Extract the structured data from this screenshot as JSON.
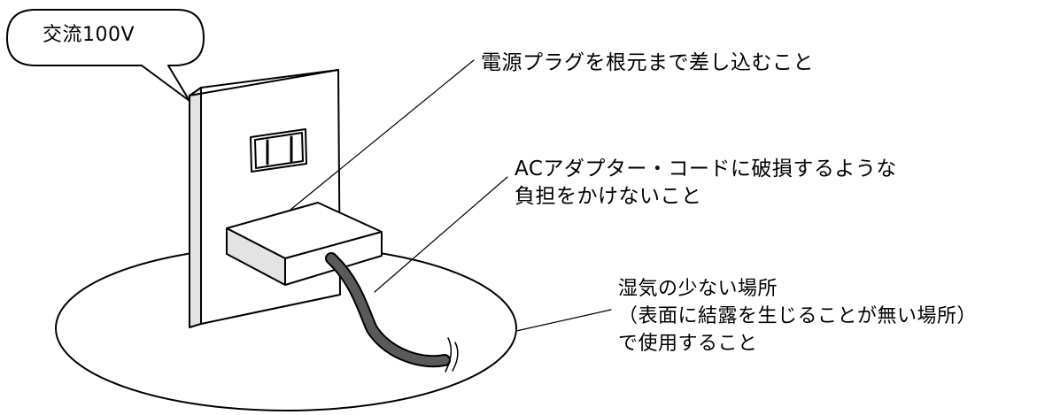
{
  "bubble": {
    "text": "交流100V"
  },
  "labels": {
    "plug": "電源プラグを根元まで差し込むこと",
    "adapter": {
      "line1": "ACアダプター・コードに破損するような",
      "line2": "負担をかけないこと"
    },
    "place": {
      "line1": "湿気の少ない場所",
      "line2": "（表面に結露を生じることが無い場所）",
      "line3": "で使用すること"
    }
  },
  "colors": {
    "ink": "#000000",
    "wall_plate": "#ffffff",
    "plate_side": "#dedede",
    "cord": "#555555"
  }
}
